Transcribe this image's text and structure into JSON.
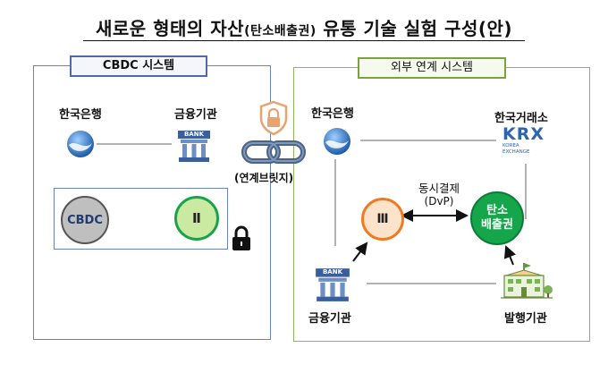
{
  "title": {
    "main_before": "새로운 형태의 자산",
    "main_paren": "(탄소배출권)",
    "main_after": " 유통 기술 실험 구성(안)"
  },
  "left_panel": {
    "label": "CBDC 시스템",
    "bank_of_korea": "한국은행",
    "financial_institution": "금융기관",
    "cbdc_node": "CBDC",
    "node_2": "Ⅱ"
  },
  "bridge": {
    "label": "(연계브릿지)"
  },
  "right_panel": {
    "label": "외부 연계 시스템",
    "bank_of_korea": "한국은행",
    "krx": "한국거래소",
    "krx_logo": "KRX",
    "krx_logo_sub": "KOREA EXCHANGE",
    "dvp_label": "동시결제",
    "dvp_sub": "(DvP)",
    "node_3": "Ⅲ",
    "carbon_credit_line1": "탄소",
    "carbon_credit_line2": "배출권",
    "financial_institution": "금융기관",
    "issuer": "발행기관"
  },
  "bank_sign": "BANK",
  "colors": {
    "left_border": "#6b84b8",
    "right_border": "#8fb35a",
    "node_green": "#1aa34a",
    "node_orange": "#f07a24",
    "shield": "#e9a36f"
  }
}
